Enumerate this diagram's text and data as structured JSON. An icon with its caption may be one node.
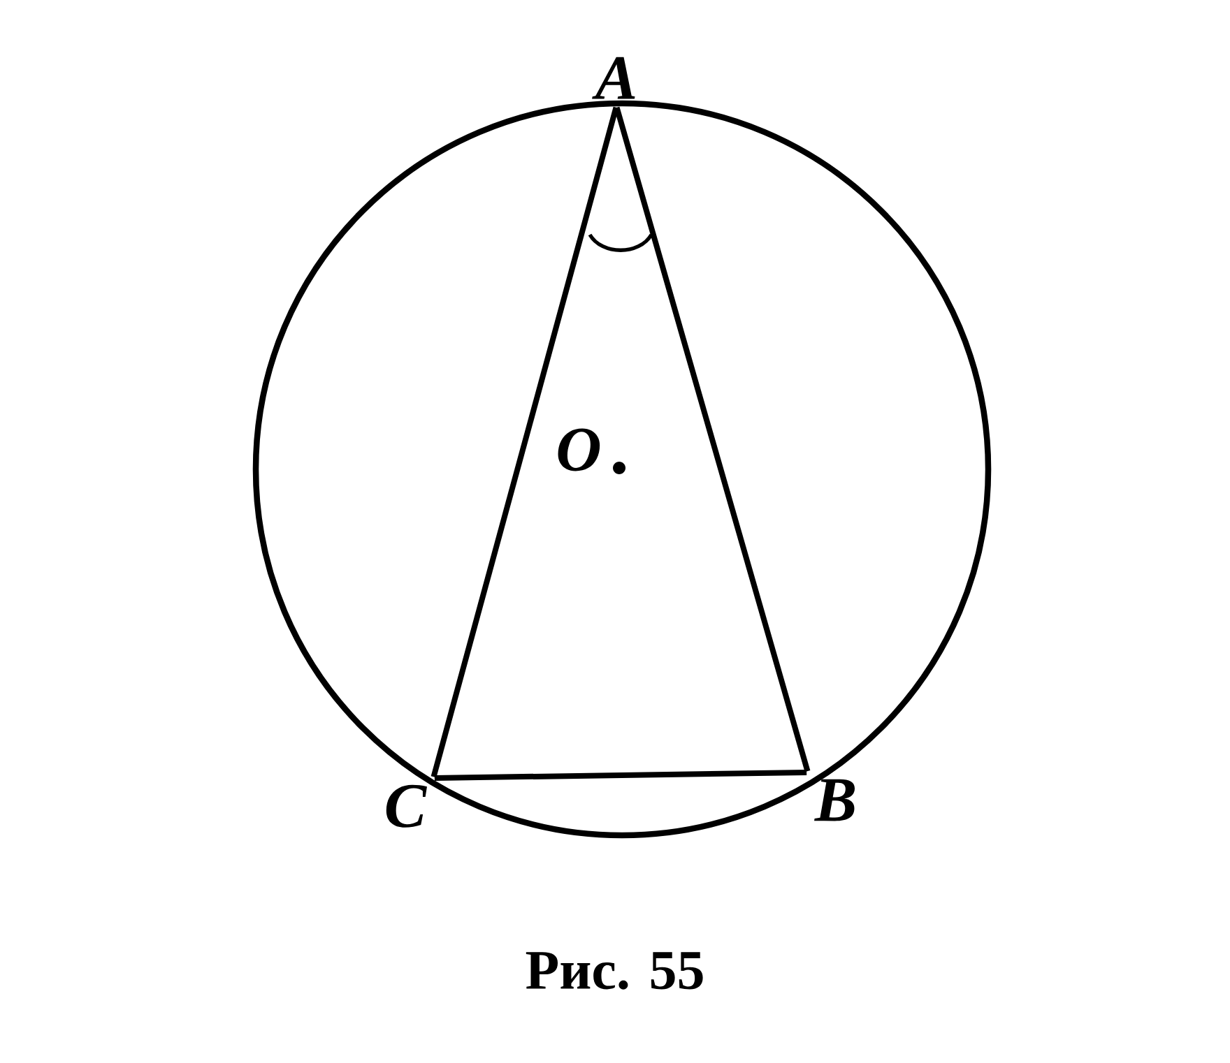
{
  "diagram": {
    "caption": "Рис. 55",
    "nodes": [
      {
        "text": [
          "A"
        ]
      },
      {
        "text": [
          "B"
        ]
      },
      {
        "text": [
          "C"
        ]
      }
    ],
    "edges": [
      {
        "from": 0,
        "to": 1,
        "arrow": "none"
      },
      {
        "from": 1,
        "to": 2,
        "arrow": "none"
      },
      {
        "from": 2,
        "to": 0,
        "arrow": "none"
      }
    ],
    "labels": [
      "O"
    ]
  }
}
